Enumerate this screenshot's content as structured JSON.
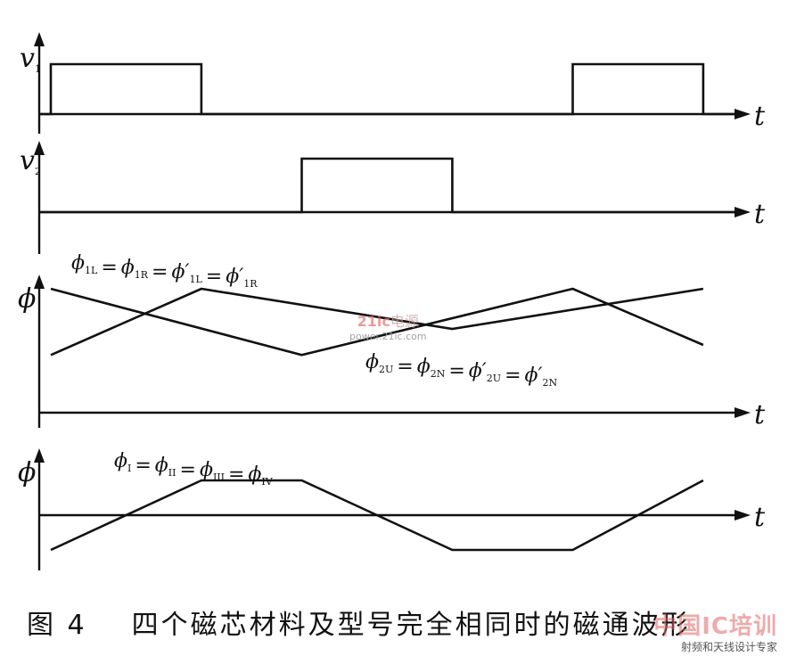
{
  "figure": {
    "caption_number": "图 4",
    "caption_text": "四个磁芯材料及型号完全相同时的磁通波形"
  },
  "panels": [
    {
      "id": "v1",
      "ylabel": "v",
      "ylabel_sub": "1",
      "tlabel": "t",
      "traces": [
        {
          "kind": "pulse",
          "high": 1,
          "rises": [
            0.0,
            5.2
          ],
          "falls": [
            1.5,
            6.5
          ]
        }
      ]
    },
    {
      "id": "v2",
      "ylabel": "v",
      "ylabel_sub": "2",
      "tlabel": "t",
      "traces": [
        {
          "kind": "pulse",
          "high": 1,
          "rises": [
            2.5
          ],
          "falls": [
            4.0
          ]
        }
      ]
    },
    {
      "id": "phi-1",
      "ylabel": "ϕ",
      "tlabel": "t",
      "equation_top": {
        "terms": [
          {
            "sym": "ϕ",
            "sub": "1L"
          },
          {
            "sym": "ϕ",
            "sub": "1R"
          },
          {
            "sym": "ϕ′",
            "sub": "1L"
          },
          {
            "sym": "ϕ′",
            "sub": "1R"
          }
        ]
      },
      "equation_bottom": {
        "terms": [
          {
            "sym": "ϕ",
            "sub": "2U"
          },
          {
            "sym": "ϕ",
            "sub": "2N"
          },
          {
            "sym": "ϕ′",
            "sub": "2U"
          },
          {
            "sym": "ϕ′",
            "sub": "2N"
          }
        ]
      },
      "traces": [
        {
          "kind": "poly",
          "t": [
            0.0,
            1.5,
            4.0,
            6.5
          ],
          "y": [
            -0.85,
            0.8,
            -0.2,
            0.8
          ]
        },
        {
          "kind": "poly",
          "t": [
            0.0,
            2.5,
            5.2,
            6.5
          ],
          "y": [
            0.8,
            -0.85,
            0.8,
            -0.6
          ]
        }
      ]
    },
    {
      "id": "phi-total",
      "ylabel": "ϕ",
      "tlabel": "t",
      "equation_top": {
        "terms": [
          {
            "sym": "ϕ",
            "sub": "I"
          },
          {
            "sym": "ϕ",
            "sub": "II"
          },
          {
            "sym": "ϕ",
            "sub": "III"
          },
          {
            "sym": "ϕ",
            "sub": "IV"
          }
        ]
      },
      "traces": [
        {
          "kind": "poly",
          "t": [
            0.0,
            1.5,
            2.5,
            4.0,
            5.2,
            6.5
          ],
          "y": [
            -1.0,
            1.0,
            1.0,
            -1.0,
            -1.0,
            1.0
          ]
        }
      ]
    }
  ],
  "watermark_center": {
    "brand_num": "21ic",
    "brand_text": "电源",
    "url": "power.21ic.com"
  },
  "watermark_corner": {
    "logo": "中国IC培训",
    "tagline": "射频和天线设计专家"
  }
}
